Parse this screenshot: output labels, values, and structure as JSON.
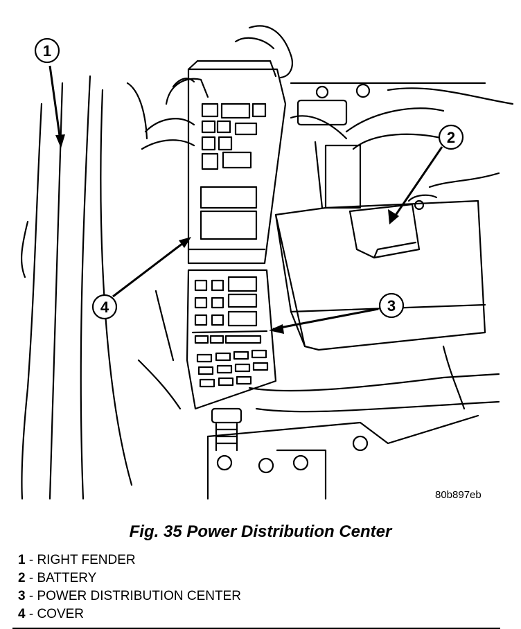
{
  "figure": {
    "reference_code": "80b897eb",
    "caption": "Fig. 35 Power Distribution Center",
    "callouts": [
      "1",
      "2",
      "3",
      "4"
    ]
  },
  "legend": [
    {
      "num": "1",
      "text": " - RIGHT FENDER"
    },
    {
      "num": "2",
      "text": " - BATTERY"
    },
    {
      "num": "3",
      "text": " - POWER DISTRIBUTION CENTER"
    },
    {
      "num": "4",
      "text": " - COVER"
    }
  ]
}
